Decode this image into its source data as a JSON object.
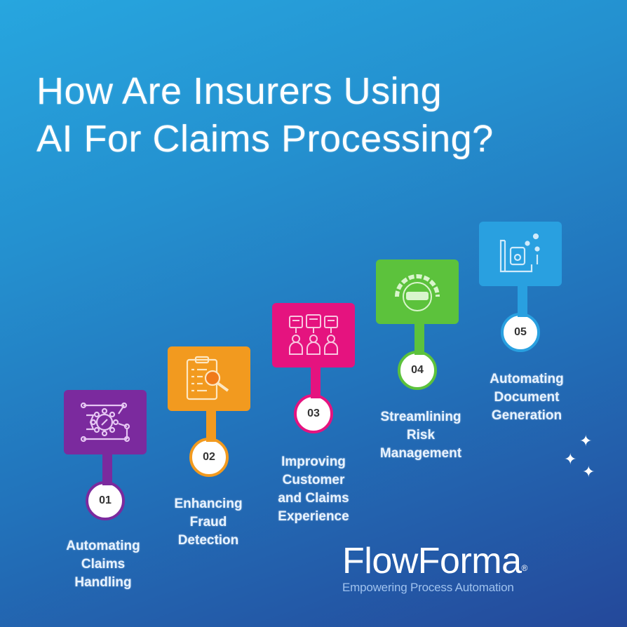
{
  "title": {
    "line1": "How Are Insurers Using",
    "line2": "AI For Claims Processing?"
  },
  "steps": [
    {
      "number": "01",
      "label_lines": [
        "Automating",
        "Claims",
        "Handling"
      ],
      "color": "#7b2a9e",
      "icon": "gear-network-icon"
    },
    {
      "number": "02",
      "label_lines": [
        "Enhancing",
        "Fraud",
        "Detection"
      ],
      "color": "#f29a1f",
      "icon": "clipboard-search-icon"
    },
    {
      "number": "03",
      "label_lines": [
        "Improving",
        "Customer",
        "and Claims",
        "Experience"
      ],
      "color": "#e5137f",
      "icon": "customers-screens-icon"
    },
    {
      "number": "04",
      "label_lines": [
        "Streamlining",
        "Risk",
        "Management"
      ],
      "color": "#5cc23c",
      "icon": "risk-gauge-icon"
    },
    {
      "number": "05",
      "label_lines": [
        "Automating",
        "Document",
        "Generation"
      ],
      "color": "#29a0e0",
      "icon": "ai-document-icon"
    }
  ],
  "logo": {
    "name": "FlowForma",
    "registered": "®",
    "tagline": "Empowering Process Automation"
  },
  "colors": {
    "bg_top": "#27a6df",
    "bg_bottom": "#24489a"
  }
}
